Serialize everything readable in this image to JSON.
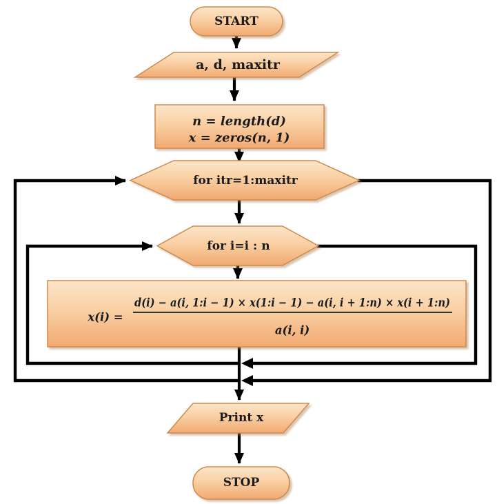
{
  "colors": {
    "background": "#FFFFFF",
    "shape_fill_top": "#FCE5C9",
    "shape_fill_mid": "#F9CFA3",
    "shape_fill_bottom": "#F1A971",
    "shape_border": "#CD8A4F",
    "connector": "#000000",
    "text": "#1B1B1B"
  },
  "flowchart": {
    "start": {
      "label": "START"
    },
    "input": {
      "label": "a, d, maxitr"
    },
    "init": {
      "line1": "n = length(d)",
      "line2": "x = zeros(n, 1)"
    },
    "outer_loop": {
      "label": "for itr=1:maxitr"
    },
    "inner_loop": {
      "label": "for i=i : n"
    },
    "compute": {
      "lhs": "x(i) =",
      "numerator": "d(i) − a(i, 1:i − 1) × x(1:i − 1) − a(i, i + 1:n) × x(i + 1:n)",
      "denominator": "a(i, i)"
    },
    "output": {
      "label": "Print x"
    },
    "stop": {
      "label": "STOP"
    }
  }
}
